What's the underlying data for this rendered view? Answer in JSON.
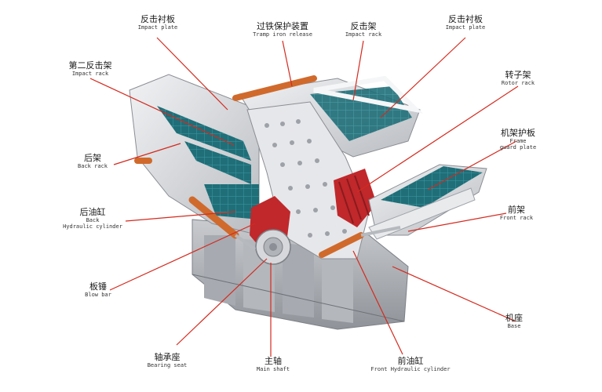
{
  "labels": {
    "impact_plate_top": {
      "cn": "反击衬板",
      "en": "Impact plate"
    },
    "tramp_iron": {
      "cn": "过铁保护装置",
      "en": "Tramp iron release"
    },
    "impact_rack_top": {
      "cn": "反击架",
      "en": "Impact rack"
    },
    "impact_plate_right": {
      "cn": "反击衬板",
      "en": "Impact plate"
    },
    "second_impact_rack": {
      "cn": "第二反击架",
      "en": "Impact rack"
    },
    "rotor_rack": {
      "cn": "转子架",
      "en": "Rotor rack"
    },
    "back_rack": {
      "cn": "后架",
      "en": "Back rack"
    },
    "frame_guard": {
      "cn": "机架护板",
      "en1": "Frame",
      "en2": "guard plate"
    },
    "back_cylinder": {
      "cn": "后油缸",
      "en1": "Back",
      "en2": "Hydraulic cylinder"
    },
    "front_rack": {
      "cn": "前架",
      "en": "Front rack"
    },
    "blow_bar": {
      "cn": "板锤",
      "en": "Blow bar"
    },
    "base": {
      "cn": "机座",
      "en": "Base"
    },
    "bearing_seat": {
      "cn": "轴承座",
      "en": "Bearing seat"
    },
    "main_shaft": {
      "cn": "主轴",
      "en": "Main shaft"
    },
    "front_cylinder": {
      "cn": "前油缸",
      "en": "Front Hydraulic cylinder"
    }
  },
  "colors": {
    "leader_line": "#d42a1e",
    "body_grey": "#dcdde0",
    "liner_teal": "#1f6e78",
    "rotor_red": "#c0282b",
    "cylinder_orange": "#d06a2c"
  }
}
